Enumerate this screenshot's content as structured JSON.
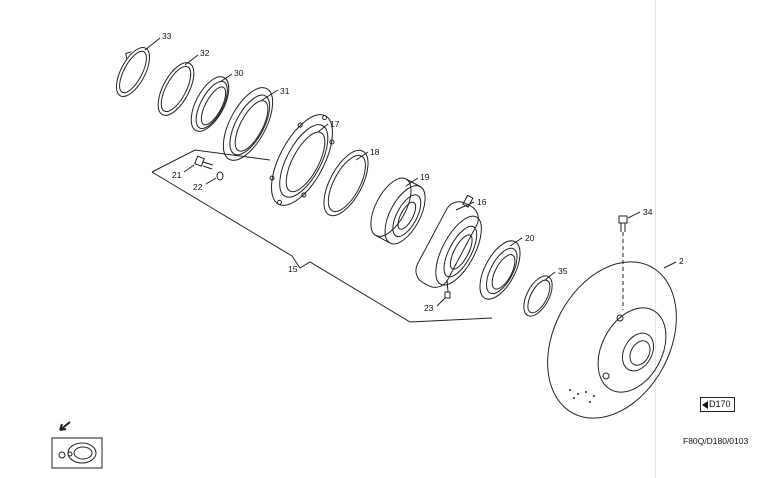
{
  "parts": {
    "p33": "33",
    "p32": "32",
    "p30": "30",
    "p31": "31",
    "p17": "17",
    "p18": "18",
    "p19": "19",
    "p16": "16",
    "p21": "21",
    "p22": "22",
    "p15": "15",
    "p20": "20",
    "p23": "23",
    "p35": "35",
    "p34": "34",
    "p2": "2"
  },
  "reference_tag": "D170",
  "drawing_code": "F80Q/D180/0103",
  "icons": {
    "reference_arrow": "triangle-left-icon",
    "view_direction": "view-direction-icon"
  }
}
